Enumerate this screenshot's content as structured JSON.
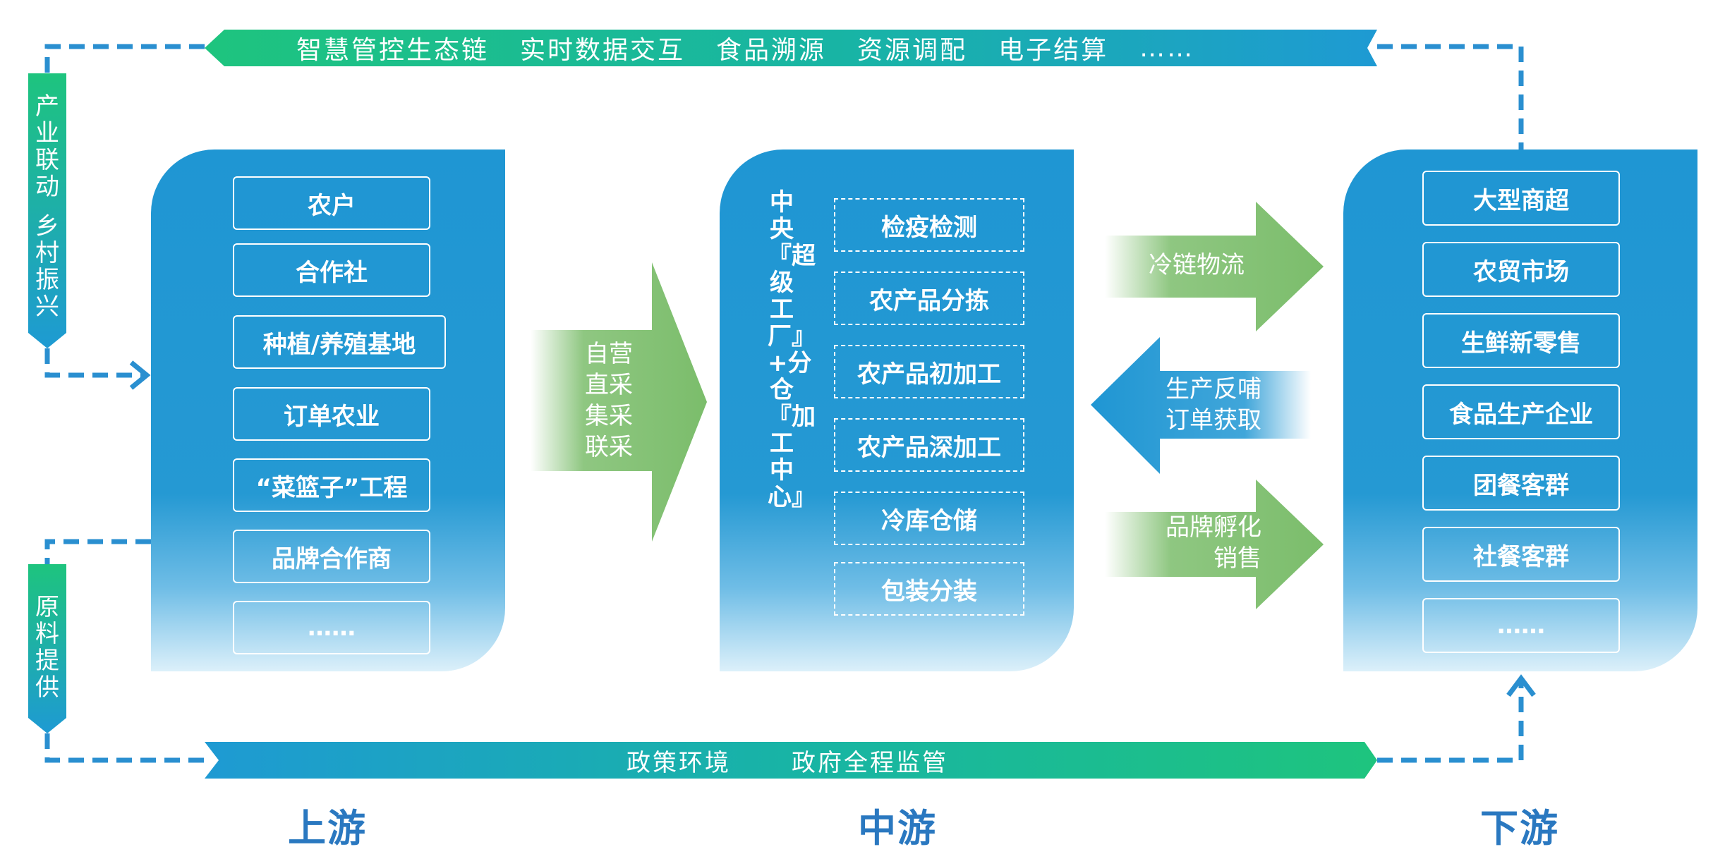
{
  "top_banner": {
    "items": [
      "智慧管控生态链",
      "实时数据交互",
      "食品溯源",
      "资源调配",
      "电子结算",
      "……"
    ]
  },
  "bottom_banner": {
    "items": [
      "政策环境",
      "政府全程监管"
    ]
  },
  "side_labels": {
    "industry": "产业联动",
    "village": "乡村振兴",
    "raw": "原料提供"
  },
  "upstream": {
    "title": "上游",
    "items": [
      "农户",
      "合作社",
      "种植/养殖基地",
      "订单农业",
      "“菜篮子”工程",
      "品牌合作商",
      "……"
    ]
  },
  "midstream": {
    "title": "中游",
    "vertical_title": "中央『超级工厂』+分仓『加工中心』",
    "steps": [
      "检疫检测",
      "农产品分拣",
      "农产品初加工",
      "农产品深加工",
      "冷库仓储",
      "包装分装"
    ]
  },
  "downstream": {
    "title": "下游",
    "items": [
      "大型商超",
      "农贸市场",
      "生鲜新零售",
      "食品生产企业",
      "团餐客群",
      "社餐客群",
      "……"
    ]
  },
  "arrows": {
    "procurement": "自营\n直采\n集采\n联采",
    "cold_chain": "冷链物流",
    "feedback": "生产反哺\n订单获取",
    "brand": "品牌孵化\n销售"
  },
  "colors": {
    "blue": "#1f96d3",
    "green": "#7bbd6b",
    "banner_green": "#1ec47e",
    "dash_blue": "#2a8fd0",
    "stage_title": "#2a78c0"
  }
}
